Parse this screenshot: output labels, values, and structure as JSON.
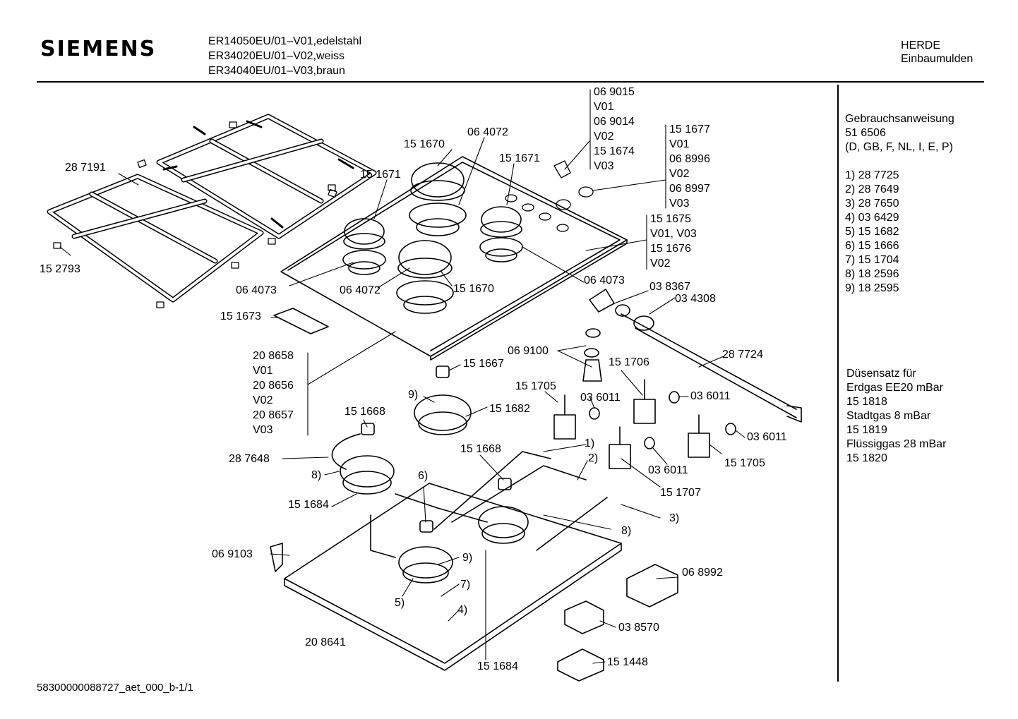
{
  "header": {
    "brand": "SIEMENS",
    "models": [
      "ER14050EU/01–V01,edelstahl",
      "ER34020EU/01–V02,weiss",
      "ER34040EU/01–V03,braun"
    ],
    "category": [
      "HERDE",
      "Einbaumulden"
    ]
  },
  "sidebar": {
    "manual_title": "Gebrauchsanweisung",
    "manual_number": "51 6506",
    "manual_languages": "(D, GB, F, NL, I, E, P)",
    "refs": [
      "1) 28 7725",
      "2) 28 7649",
      "3) 28 7650",
      "4) 03 6429",
      "5) 15 1682",
      "6) 15 1666",
      "7) 15 1704",
      "8) 18 2596",
      "9) 18 2595"
    ],
    "nozzle_title": [
      "Düsensatz für",
      "Erdgas EE20 mBar"
    ],
    "nozzle_items": [
      "15 1818",
      "Stadtgas 8 mBar",
      "15 1819",
      "Flüssiggas 28 mBar",
      "15 1820"
    ]
  },
  "stacks": {
    "knob": [
      "06 9015",
      "V01",
      "06 9014",
      "V02",
      "15 1674",
      "V03"
    ],
    "trim": [
      "15 1677",
      "V01",
      "06 8996",
      "V02",
      "06 8997",
      "V03"
    ],
    "ring": [
      "15 1675",
      "V01, V03",
      "15 1676",
      "V02"
    ],
    "cooktop": [
      "20 8658",
      "V01",
      "20 8656",
      "V02",
      "20 8657",
      "V03"
    ]
  },
  "labels": {
    "grate_left": "28 7191",
    "foot": "15 2793",
    "cap_top": "15 1670",
    "burner_big_top": "06 4072",
    "cap_small_right": "15 1671",
    "cap_small_left": "15 1671",
    "seal_left": "06 4073",
    "burner_big_front": "06 4072",
    "cap_front": "15 1670",
    "seal_right": "06 4073",
    "elbow": "03 8367",
    "gasket": "03 4308",
    "strip": "15 1673",
    "gas_pipe": "28 7724",
    "pipe_seal": "06 9100",
    "valve_right": "15 1706",
    "thermo_cap_top": "15 1667",
    "valve_mid": "15 1705",
    "nut_a": "03 6011",
    "nut_b": "03 6011",
    "nut_c": "03 6011",
    "nut_d": "03 6011",
    "valve_far": "15 1705",
    "valve_lower": "15 1707",
    "thermo_cap_left": "15 1668",
    "burner_base_top": "15 1682",
    "thermo_cap_mid": "15 1668",
    "tube_left": "28 7648",
    "base_left": "15 1684",
    "bracket": "06 9103",
    "ignition": "06 8992",
    "terminal": "03 8570",
    "cover": "15 1448",
    "tray": "20 8641",
    "base_bottom": "15 1684",
    "ref_1": "1)",
    "ref_2": "2)",
    "ref_3": "3)",
    "ref_4": "4)",
    "ref_5": "5)",
    "ref_6": "6)",
    "ref_7": "7)",
    "ref_8a": "8)",
    "ref_8b": "8)",
    "ref_9a": "9)",
    "ref_9b": "9)"
  },
  "footer": {
    "doc_id": "58300000088727_aet_000_b-1/1"
  }
}
